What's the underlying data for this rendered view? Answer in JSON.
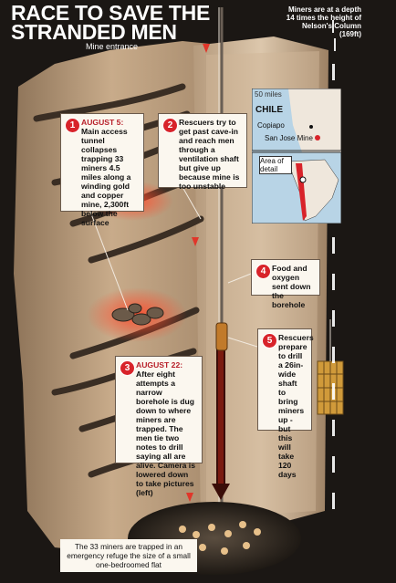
{
  "title": {
    "line1": "RACE TO SAVE THE",
    "line2": "STRANDED MEN"
  },
  "mine_entrance": "Mine entrance",
  "nelson_note": "Miners are at a depth 14 times the height of Nelson's Column (169ft)",
  "map": {
    "scale": "50 miles",
    "country": "CHILE",
    "city": "Copiapo",
    "mine": "San Jose Mine",
    "area": "Area of detail"
  },
  "callouts": [
    {
      "num": "1",
      "date": "AUGUST 5:",
      "text": "Main access tunnel collapses trapping 33 miners 4.5 miles along a winding gold and copper mine, 2,300ft below the surface"
    },
    {
      "num": "2",
      "date": "",
      "text": "Rescuers try to get past cave-in and reach men through a ventilation shaft but give up because mine is too unstable"
    },
    {
      "num": "3",
      "date": "AUGUST 22:",
      "text": "After eight attempts a narrow borehole is dug down to where miners are trapped. The men tie two notes to drill saying all are alive. Camera is lowered down to take pictures (left)"
    },
    {
      "num": "4",
      "date": "",
      "text": "Food and oxygen sent down the borehole"
    },
    {
      "num": "5",
      "date": "",
      "text": "Rescuers prepare to drill a 26in-wide shaft to bring miners up - but this will take 120 days"
    }
  ],
  "caption": "The 33 miners are trapped in an emergency refuge the size of a small one-bedroomed flat",
  "colors": {
    "background": "#1b1714",
    "rock": "#c9ad8c",
    "accent_red": "#d8232a",
    "box": "#fbf7ef"
  }
}
